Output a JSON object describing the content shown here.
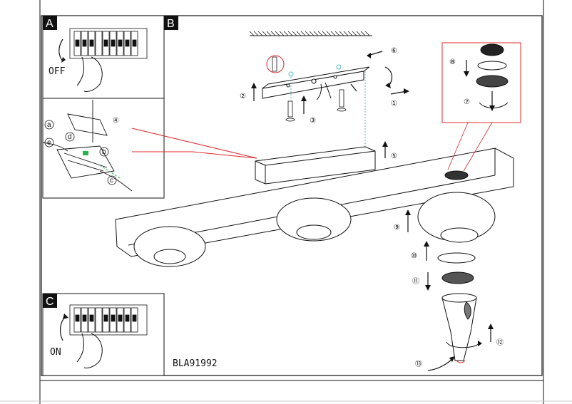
{
  "panels": {
    "a": {
      "tag": "A",
      "state": "OFF"
    },
    "b": {
      "tag": "B"
    },
    "c": {
      "tag": "C",
      "state": "ON"
    }
  },
  "model_code": "BLA91992",
  "steps": [
    "①",
    "②",
    "③",
    "④",
    "⑤",
    "⑥",
    "⑦",
    "⑧",
    "⑨",
    "⑩",
    "⑪",
    "⑫",
    "⑬"
  ],
  "wire_labels": [
    "a",
    "b",
    "c",
    "d",
    "e"
  ],
  "colors": {
    "line": "#111111",
    "red_leader": "#e0282a",
    "accent_green": "#2bb04a",
    "teal_dash": "#4fb7c7"
  }
}
